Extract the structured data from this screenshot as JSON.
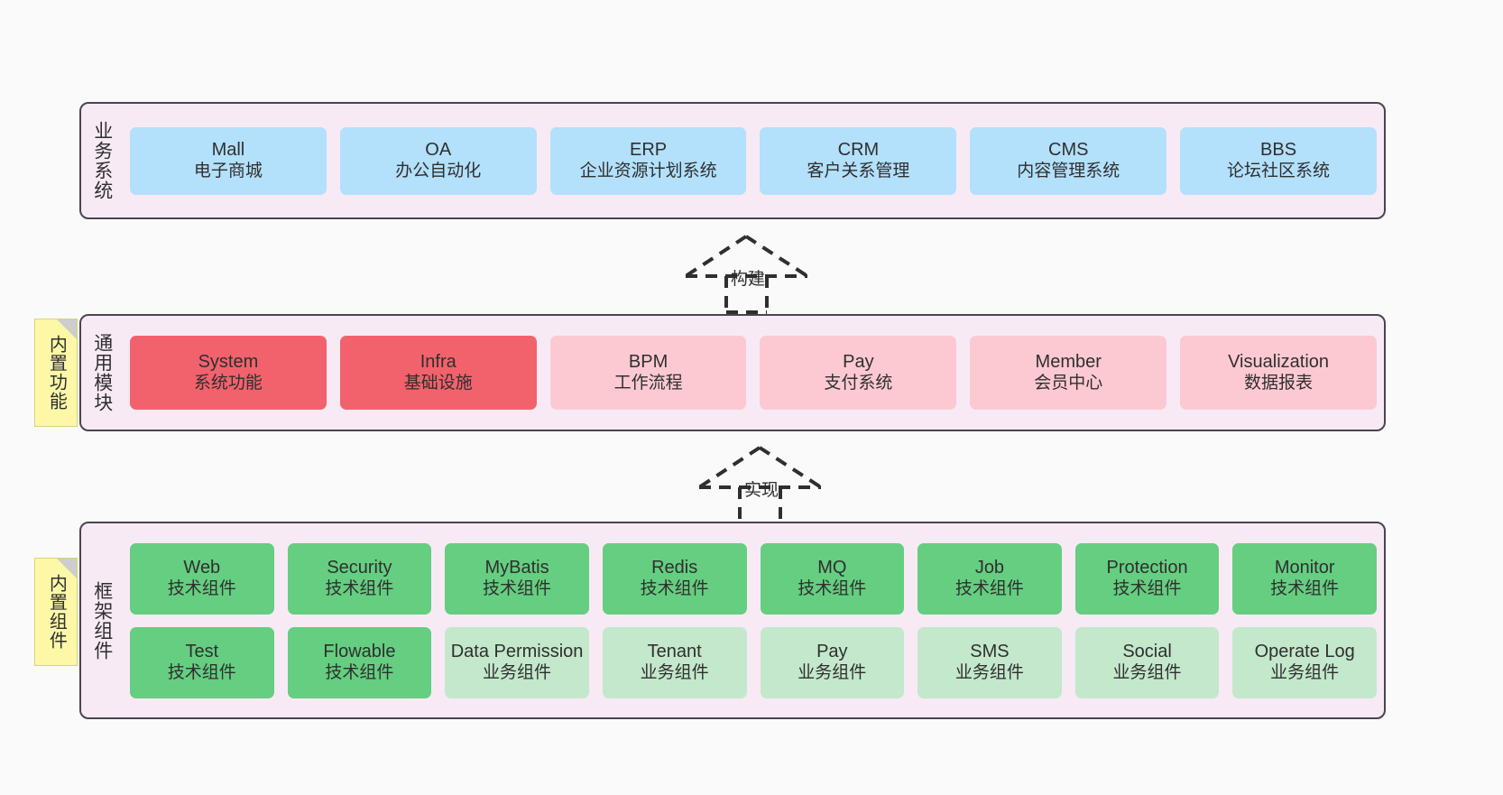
{
  "diagram": {
    "background_color": "#fafafa",
    "layer_bg_color": "#f7eaf5",
    "layer_border_color": "#4a4453",
    "note_color": "#fcf8a8",
    "colors": {
      "business_system": "#b3e0fb",
      "core_module_strong": "#f2626c",
      "core_module_soft": "#fcc9d2",
      "tech_component": "#65ce80",
      "biz_component": "#c3e8cb"
    }
  },
  "layers": {
    "business": {
      "label": "业务系统",
      "cards": [
        {
          "en": "Mall",
          "cn": "电子商城"
        },
        {
          "en": "OA",
          "cn": "办公自动化"
        },
        {
          "en": "ERP",
          "cn": "企业资源计划系统"
        },
        {
          "en": "CRM",
          "cn": "客户关系管理"
        },
        {
          "en": "CMS",
          "cn": "内容管理系统"
        },
        {
          "en": "BBS",
          "cn": "论坛社区系统"
        }
      ]
    },
    "common": {
      "label": "通用模块",
      "note": "内置功能",
      "cards": [
        {
          "en": "System",
          "cn": "系统功能",
          "tone": "red"
        },
        {
          "en": "Infra",
          "cn": "基础设施",
          "tone": "red"
        },
        {
          "en": "BPM",
          "cn": "工作流程",
          "tone": "pink"
        },
        {
          "en": "Pay",
          "cn": "支付系统",
          "tone": "pink"
        },
        {
          "en": "Member",
          "cn": "会员中心",
          "tone": "pink"
        },
        {
          "en": "Visualization",
          "cn": "数据报表",
          "tone": "pink"
        }
      ]
    },
    "framework": {
      "label": "框架组件",
      "note": "内置组件",
      "row1": [
        {
          "en": "Web",
          "cn": "技术组件",
          "tone": "green"
        },
        {
          "en": "Security",
          "cn": "技术组件",
          "tone": "green"
        },
        {
          "en": "MyBatis",
          "cn": "技术组件",
          "tone": "green"
        },
        {
          "en": "Redis",
          "cn": "技术组件",
          "tone": "green"
        },
        {
          "en": "MQ",
          "cn": "技术组件",
          "tone": "green"
        },
        {
          "en": "Job",
          "cn": "技术组件",
          "tone": "green"
        },
        {
          "en": "Protection",
          "cn": "技术组件",
          "tone": "green"
        },
        {
          "en": "Monitor",
          "cn": "技术组件",
          "tone": "green"
        }
      ],
      "row2": [
        {
          "en": "Test",
          "cn": "技术组件",
          "tone": "green"
        },
        {
          "en": "Flowable",
          "cn": "技术组件",
          "tone": "green"
        },
        {
          "en": "Data Permission",
          "cn": "业务组件",
          "tone": "lgreen"
        },
        {
          "en": "Tenant",
          "cn": "业务组件",
          "tone": "lgreen"
        },
        {
          "en": "Pay",
          "cn": "业务组件",
          "tone": "lgreen"
        },
        {
          "en": "SMS",
          "cn": "业务组件",
          "tone": "lgreen"
        },
        {
          "en": "Social",
          "cn": "业务组件",
          "tone": "lgreen"
        },
        {
          "en": "Operate Log",
          "cn": "业务组件",
          "tone": "lgreen"
        }
      ]
    }
  },
  "arrows": [
    {
      "label": "构建"
    },
    {
      "label": "实现"
    }
  ]
}
